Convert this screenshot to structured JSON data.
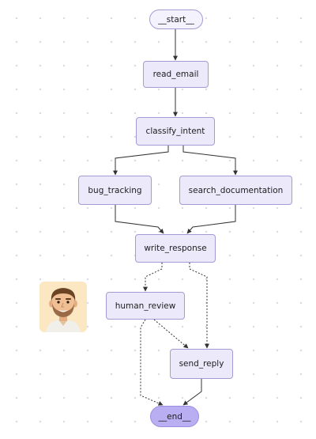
{
  "diagram": {
    "nodes": {
      "start": "__start__",
      "read_email": "read_email",
      "classify_intent": "classify_intent",
      "bug_tracking": "bug_tracking",
      "search_documentation": "search_documentation",
      "write_response": "write_response",
      "human_review": "human_review",
      "send_reply": "send_reply",
      "end": "__end__"
    },
    "edges": [
      {
        "from": "start",
        "to": "read_email",
        "style": "solid"
      },
      {
        "from": "read_email",
        "to": "classify_intent",
        "style": "solid"
      },
      {
        "from": "classify_intent",
        "to": "bug_tracking",
        "style": "solid"
      },
      {
        "from": "classify_intent",
        "to": "search_documentation",
        "style": "solid"
      },
      {
        "from": "bug_tracking",
        "to": "write_response",
        "style": "solid"
      },
      {
        "from": "search_documentation",
        "to": "write_response",
        "style": "solid"
      },
      {
        "from": "write_response",
        "to": "human_review",
        "style": "dashed"
      },
      {
        "from": "write_response",
        "to": "send_reply",
        "style": "dashed"
      },
      {
        "from": "human_review",
        "to": "send_reply",
        "style": "dashed"
      },
      {
        "from": "human_review",
        "to": "end",
        "style": "dashed"
      },
      {
        "from": "send_reply",
        "to": "end",
        "style": "solid"
      }
    ],
    "colors": {
      "node_fill": "#ece9fb",
      "node_border": "#a69ad6",
      "end_fill": "#b9aef2",
      "edge": "#333333"
    }
  },
  "avatar": {
    "icon": "bearded-man-avatar-icon"
  }
}
